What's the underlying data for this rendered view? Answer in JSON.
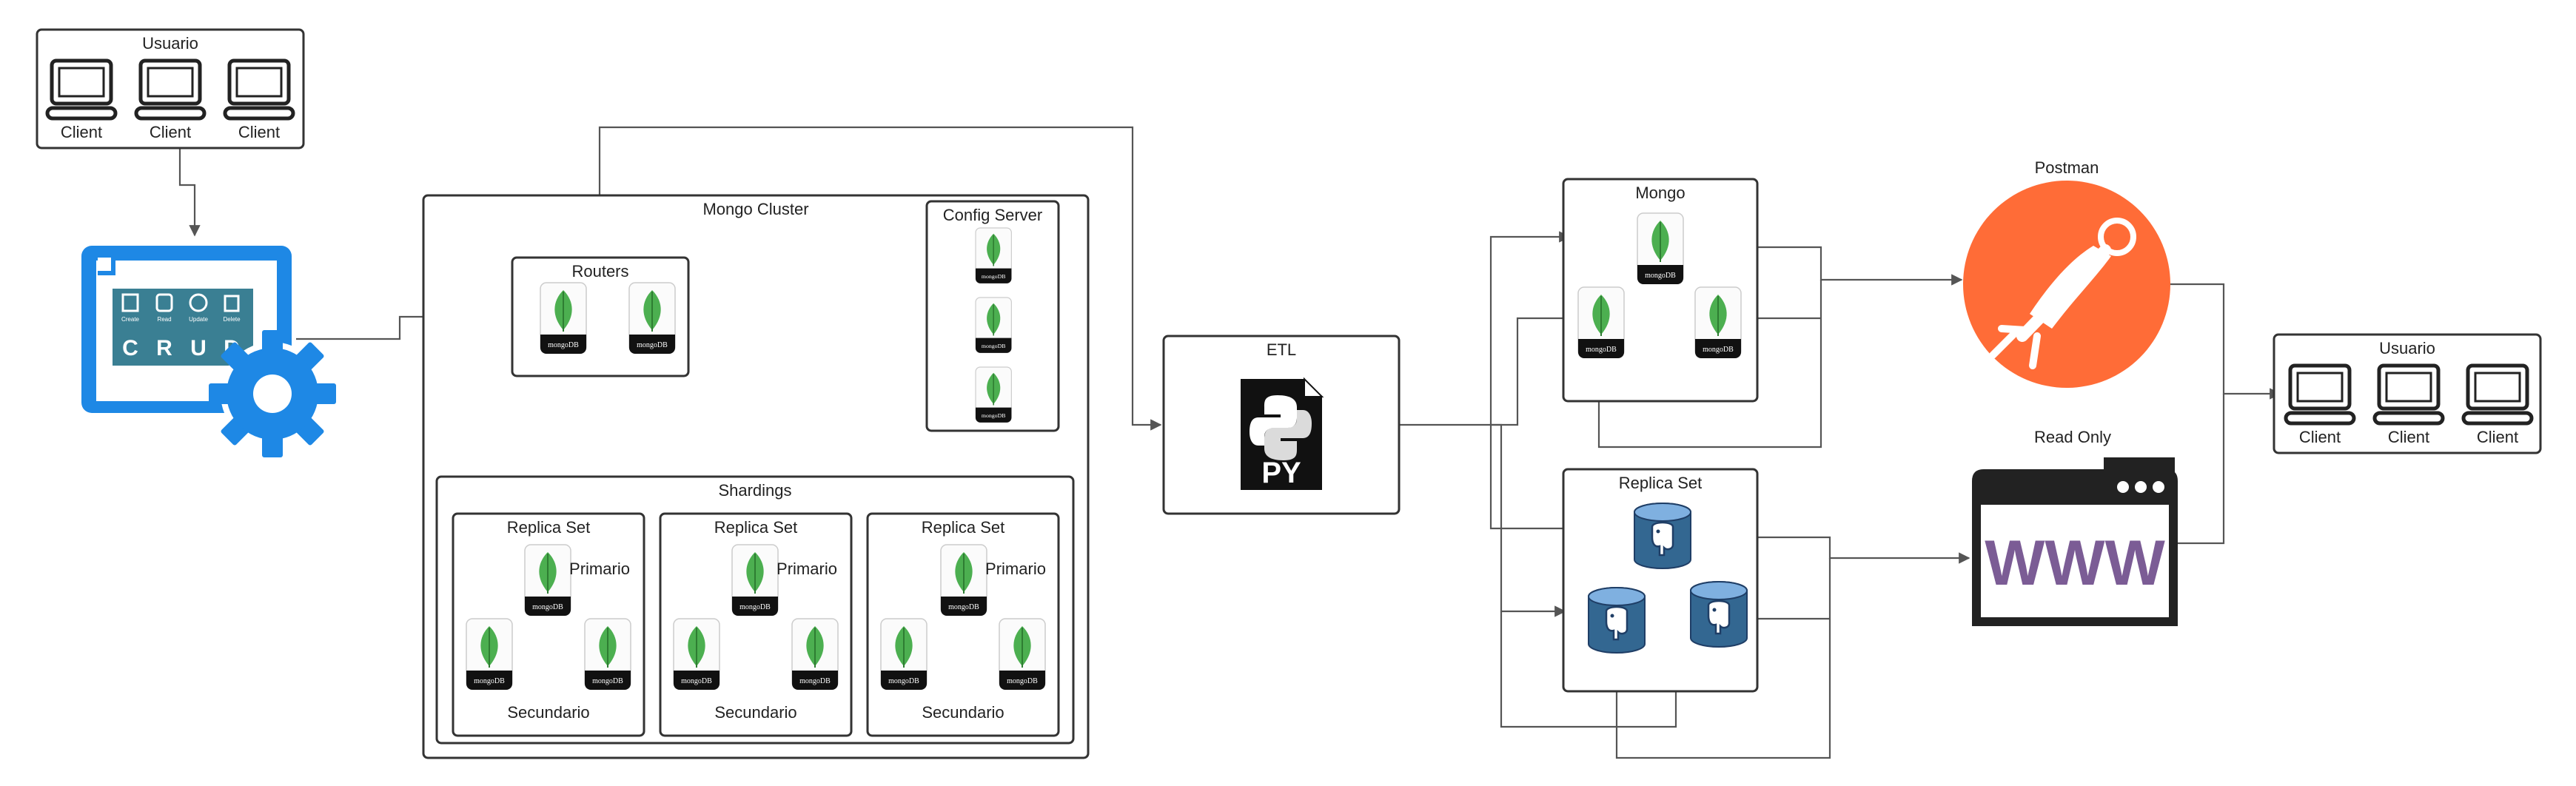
{
  "colors": {
    "crud_blue": "#1E88E5",
    "crud_panel": "#3A7F93",
    "mongo_green": "#4CAF50",
    "postman_orange": "#FF6C37",
    "www_purple": "#7B5C95",
    "pg_blue": "#336791",
    "box_stroke": "#333333",
    "arrow": "#555555"
  },
  "icons": [
    "laptop-icon",
    "crud-gear-icon",
    "mongodb-icon",
    "python-file-icon",
    "postgresql-icon",
    "postman-icon",
    "www-browser-icon"
  ],
  "users_left": {
    "title": "Usuario",
    "clients": [
      "Client",
      "Client",
      "Client"
    ]
  },
  "users_right": {
    "title": "Usuario",
    "clients": [
      "Client",
      "Client",
      "Client"
    ]
  },
  "crud": {
    "letters": [
      "C",
      "R",
      "U",
      "D"
    ],
    "actions": [
      "Create",
      "Read",
      "Update",
      "Delete"
    ]
  },
  "mongo_cluster": {
    "title": "Mongo Cluster",
    "routers_title": "Routers",
    "config_title": "Config Server",
    "shardings_title": "Shardings",
    "replica_sets": [
      {
        "title": "Replica Set",
        "primary": "Primario",
        "secondary": "Secundario"
      },
      {
        "title": "Replica Set",
        "primary": "Primario",
        "secondary": "Secundario"
      },
      {
        "title": "Replica Set",
        "primary": "Primario",
        "secondary": "Secundario"
      }
    ]
  },
  "db_label": "mongoDB",
  "etl": {
    "title": "ETL",
    "file_label": "PY"
  },
  "mongo_right": {
    "title": "Mongo"
  },
  "replica_right": {
    "title": "Replica Set"
  },
  "postman": {
    "title": "Postman"
  },
  "read_only": {
    "title": "Read Only",
    "text": "WWW"
  }
}
